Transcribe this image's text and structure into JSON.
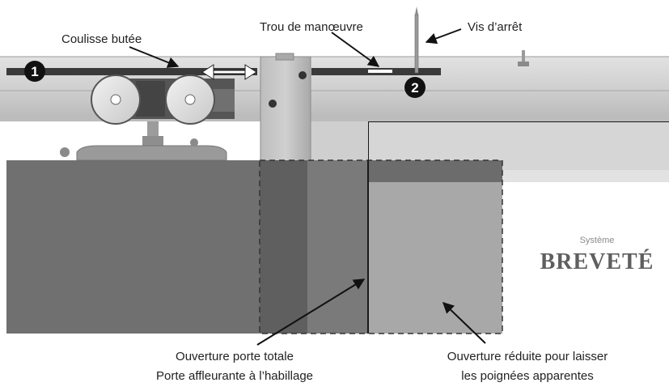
{
  "labels": {
    "coulisse": "Coulisse butée",
    "trou": "Trou de manœuvre",
    "vis": "Vis d’arrêt",
    "ouverture_totale_line1": "Ouverture porte totale",
    "ouverture_totale_line2": "Porte affleurante à l’habillage",
    "ouverture_reduite_line1": "Ouverture réduite pour laisser",
    "ouverture_reduite_line2": "les poignées apparentes"
  },
  "badges": {
    "one": "1",
    "two": "2"
  },
  "brand": {
    "small": "Système",
    "big": "BREVETÉ"
  },
  "colors": {
    "rail": "#c9c9c9",
    "door_dark": "#6f6f6f",
    "door_light": "#a8a8a8",
    "frame": "#d8d8d8",
    "badge": "#111111"
  }
}
